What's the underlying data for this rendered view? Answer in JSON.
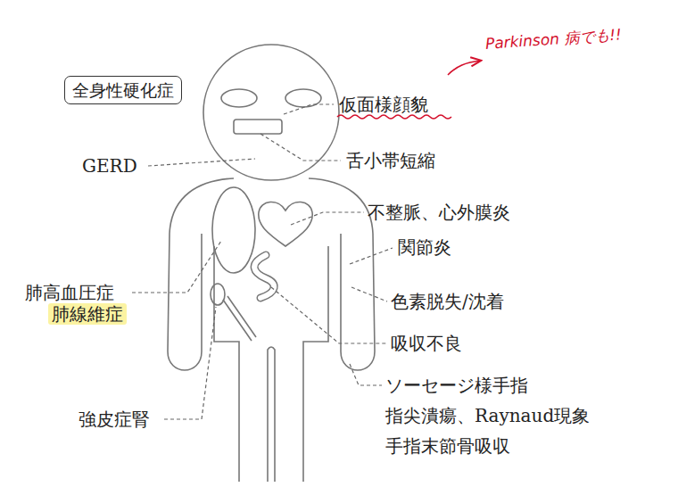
{
  "diagram": {
    "title": "全身性硬化症",
    "labels": [
      "Parkinson 病でも!!",
      "仮面様顔貌",
      "舌小帯短縮",
      "GERD",
      "不整脈、心外膜炎",
      "関節炎",
      "肺高血圧症",
      "肺線維症",
      "色素脱失/沈着",
      "吸収不良",
      "ソーセージ様手指",
      "指尖潰瘍、Raynaud現象",
      "手指末節骨吸収",
      "強皮症腎"
    ]
  }
}
